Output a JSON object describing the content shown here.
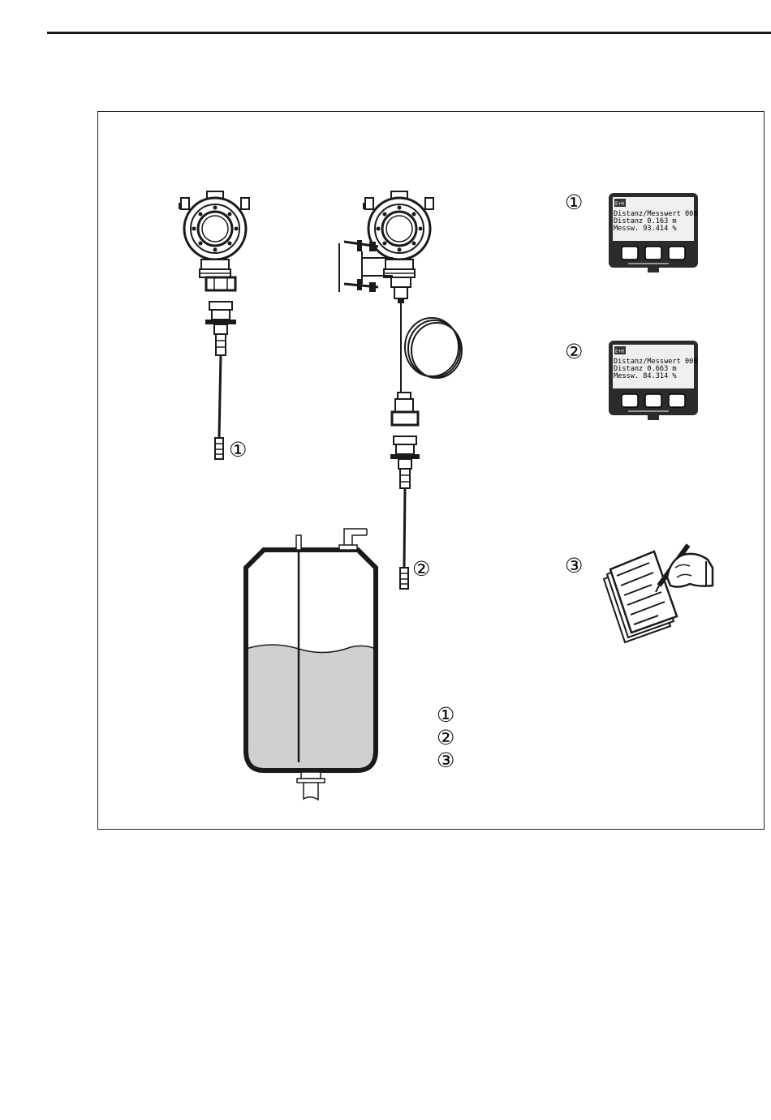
{
  "markers": {
    "one": "①",
    "two": "②",
    "three": "③"
  },
  "display_1": {
    "line1": "Distanz/Messwert 008",
    "line2": "Distanz    0.163 m",
    "line3": "Messw.    93.414 %"
  },
  "display_2": {
    "line1": "Distanz/Messwert 008",
    "line2": "Distanz    0.663 m",
    "line3": "Messw.    84.314 %"
  },
  "logo_text": "E+H",
  "colors": {
    "liquid": "#d0d0d0",
    "display_bezel": "#2b2b2b",
    "display_screen": "#efefef",
    "line": "#1a1a1a"
  }
}
